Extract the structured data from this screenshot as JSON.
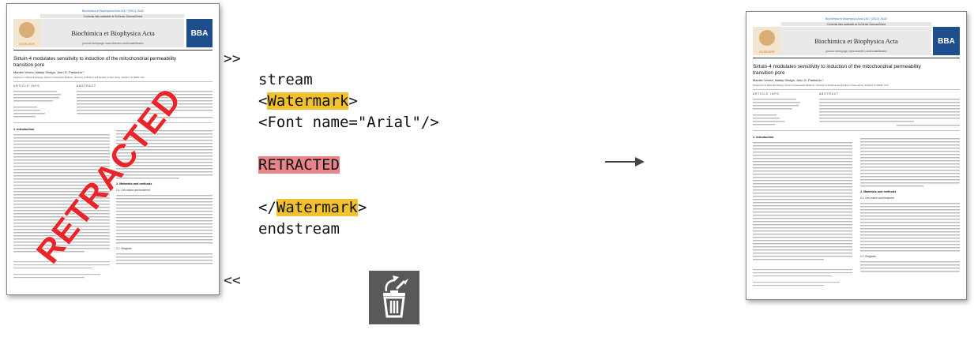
{
  "left_doc": {
    "journal_line": "Biochimica et Biophysica Acta 1817 (2012) 78-82",
    "contents_line": "Contents lists available at SciVerse ScienceDirect",
    "journal_name": "Biochimica et Biophysica Acta",
    "homepage": "journal homepage: www.elsevier.com/locate/bbabio",
    "logo_text": "BBA",
    "publisher": "ELSEVIER",
    "title_1": "Sirtuin-4 modulates sensitivity to induction of the mitochondrial permeability",
    "title_2": "transition pore",
    "authors": "Manish Verma, Nataly Shulga, John G. Pastorino *",
    "affiliation": "Department of Molecular Biology, School of Osteopathic Medicine, University of Medicine and Dentistry of New Jersey, Stratford, NJ 08084, USA",
    "article_info": "ARTICLE INFO",
    "abstract_head": "ABSTRACT",
    "intro_head": "1. Introduction",
    "methods_head": "2. Materials and methods",
    "sub_head": "2.1. Cell culture and treatment",
    "reagents_head": "2.2. Reagents",
    "stamp": "RETRACTED"
  },
  "right_doc": {
    "journal_line": "Biochimica et Biophysica Acta 1817 (2012) 78-82",
    "contents_line": "Contents lists available at SciVerse ScienceDirect",
    "journal_name": "Biochimica et Biophysica Acta",
    "homepage": "journal homepage: www.elsevier.com/locate/bbabio",
    "logo_text": "BBA",
    "publisher": "ELSEVIER",
    "title_1": "Sirtuin-4 modulates sensitivity to induction of the mitochondrial permeability",
    "title_2": "transition pore",
    "authors": "Manish Verma, Nataly Shulga, John G. Pastorino *",
    "affiliation": "Department of Molecular Biology, School of Osteopathic Medicine, University of Medicine and Dentistry of New Jersey, Stratford, NJ 08084, USA",
    "article_info": "ARTICLE INFO",
    "abstract_head": "ABSTRACT",
    "intro_head": "1. Introduction",
    "methods_head": "2. Materials and methods",
    "sub_head": "2.1. Cell culture and treatment",
    "reagents_head": "2.2. Reagents"
  },
  "markers": {
    "open": ">>",
    "close": "<<"
  },
  "code": {
    "stream": "stream",
    "open_lt": "<",
    "watermark": "Watermark",
    "open_gt": ">",
    "font_line": "<Font name=\"Arial\"/>",
    "retracted": "RETRACTED",
    "close_lt": "</",
    "close_gt": ">",
    "endstream": "endstream"
  },
  "colors": {
    "highlight_yellow": "#f2c12e",
    "highlight_red": "#e8848a",
    "stamp_red": "#e8252a",
    "icon_bg": "#595959"
  },
  "icons": {
    "transform": "arrow-right-icon",
    "delete": "trash-remove-icon"
  }
}
